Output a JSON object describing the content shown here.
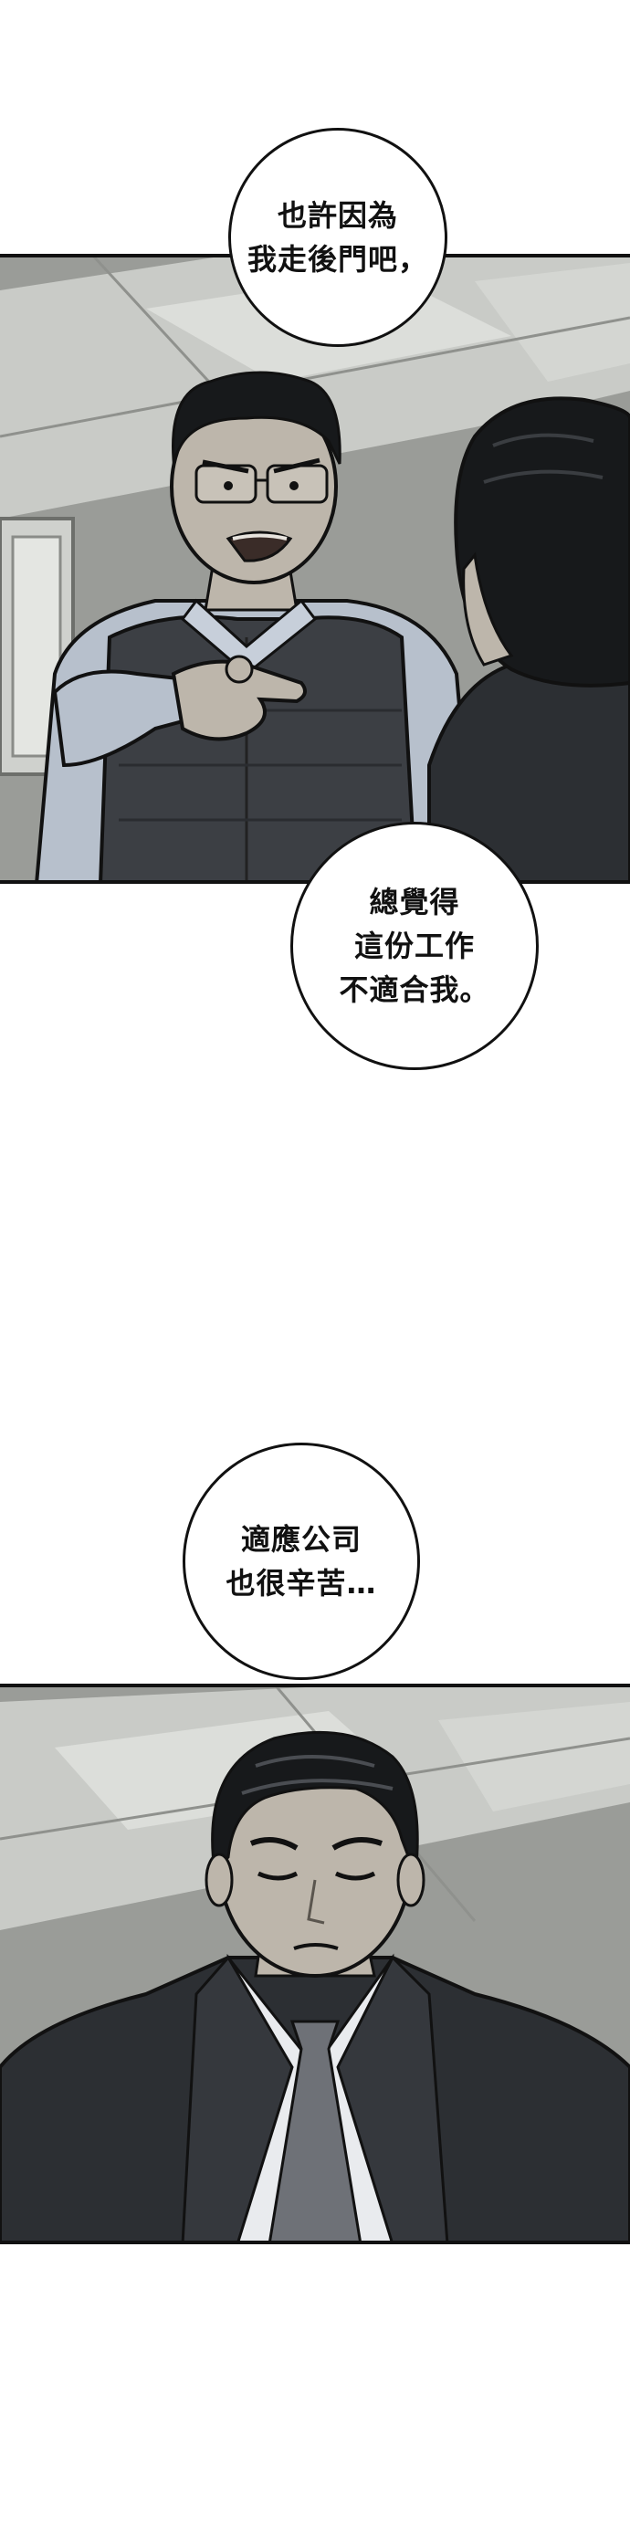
{
  "bubbles": {
    "first": {
      "lines": [
        "也許因為",
        "我走後門吧，"
      ]
    },
    "second": {
      "lines": [
        "總覺得",
        "這份工作",
        "不適合我。"
      ]
    },
    "third": {
      "lines": [
        "適應公司",
        "也很辛苦…"
      ]
    }
  },
  "colors": {
    "panel_bg": "#9a9c98",
    "ceiling_light": "#d8dad6",
    "suit": "#2c2f33",
    "vest": "#3c3f44",
    "shirt": "#b7c0cc",
    "skin": "#bdb6ab",
    "hair": "#17191b",
    "outline": "#111111"
  },
  "icons": {
    "panel1": "office-worker-pointing-illustration",
    "panel2": "young-man-looking-down-illustration"
  }
}
